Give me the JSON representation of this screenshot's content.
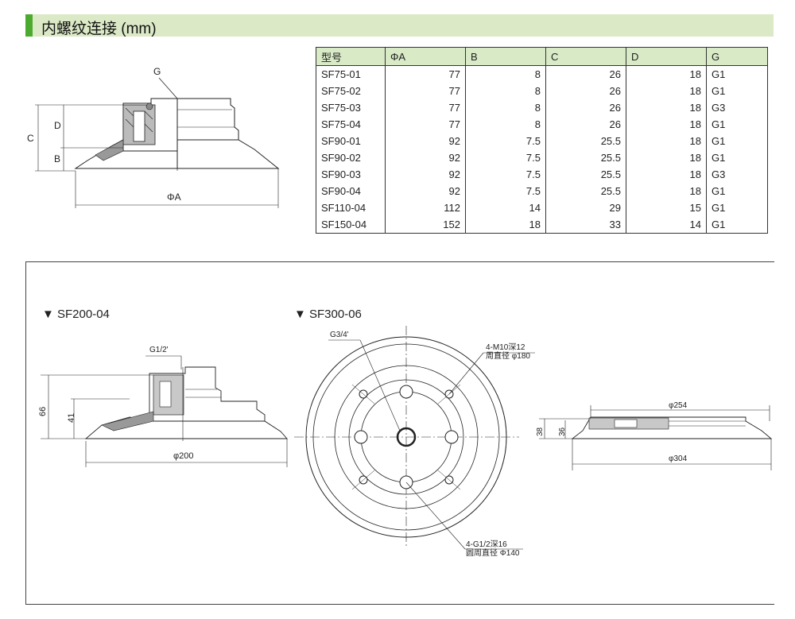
{
  "header": {
    "title": "内螺纹连接 (mm)"
  },
  "table": {
    "columns": [
      "型号",
      "ΦA",
      "B",
      "C",
      "D",
      "G"
    ],
    "rows": [
      [
        "SF75-01",
        "77",
        "8",
        "26",
        "18",
        "G1"
      ],
      [
        "SF75-02",
        "77",
        "8",
        "26",
        "18",
        "G1"
      ],
      [
        "SF75-03",
        "77",
        "8",
        "26",
        "18",
        "G3"
      ],
      [
        "SF75-04",
        "77",
        "8",
        "26",
        "18",
        "G1"
      ],
      [
        "SF90-01",
        "92",
        "7.5",
        "25.5",
        "18",
        "G1"
      ],
      [
        "SF90-02",
        "92",
        "7.5",
        "25.5",
        "18",
        "G1"
      ],
      [
        "SF90-03",
        "92",
        "7.5",
        "25.5",
        "18",
        "G3"
      ],
      [
        "SF90-04",
        "92",
        "7.5",
        "25.5",
        "18",
        "G1"
      ],
      [
        "SF110-04",
        "112",
        "14",
        "29",
        "15",
        "G1"
      ],
      [
        "SF150-04",
        "152",
        "18",
        "33",
        "14",
        "G1"
      ]
    ]
  },
  "drawing_top": {
    "label_g": "G",
    "label_c": "C",
    "label_d": "D",
    "label_b": "B",
    "label_a": "ΦA"
  },
  "sf200": {
    "title": "▼ SF200-04",
    "thread": "G1/2'",
    "dim_66": "66",
    "dim_41": "41",
    "dia": "φ200"
  },
  "sf300": {
    "title": "▼ SF300-06",
    "thread": "G3/4'",
    "holes_m10_line1": "4-M10深12",
    "holes_m10_line2": "周直径 φ180",
    "holes_g_line1": "4-G1/2深16",
    "holes_g_line2": "圆周直径 Φ140",
    "dim_254": "φ254",
    "dim_304": "φ304",
    "dim_38": "38",
    "dim_36": "36"
  }
}
